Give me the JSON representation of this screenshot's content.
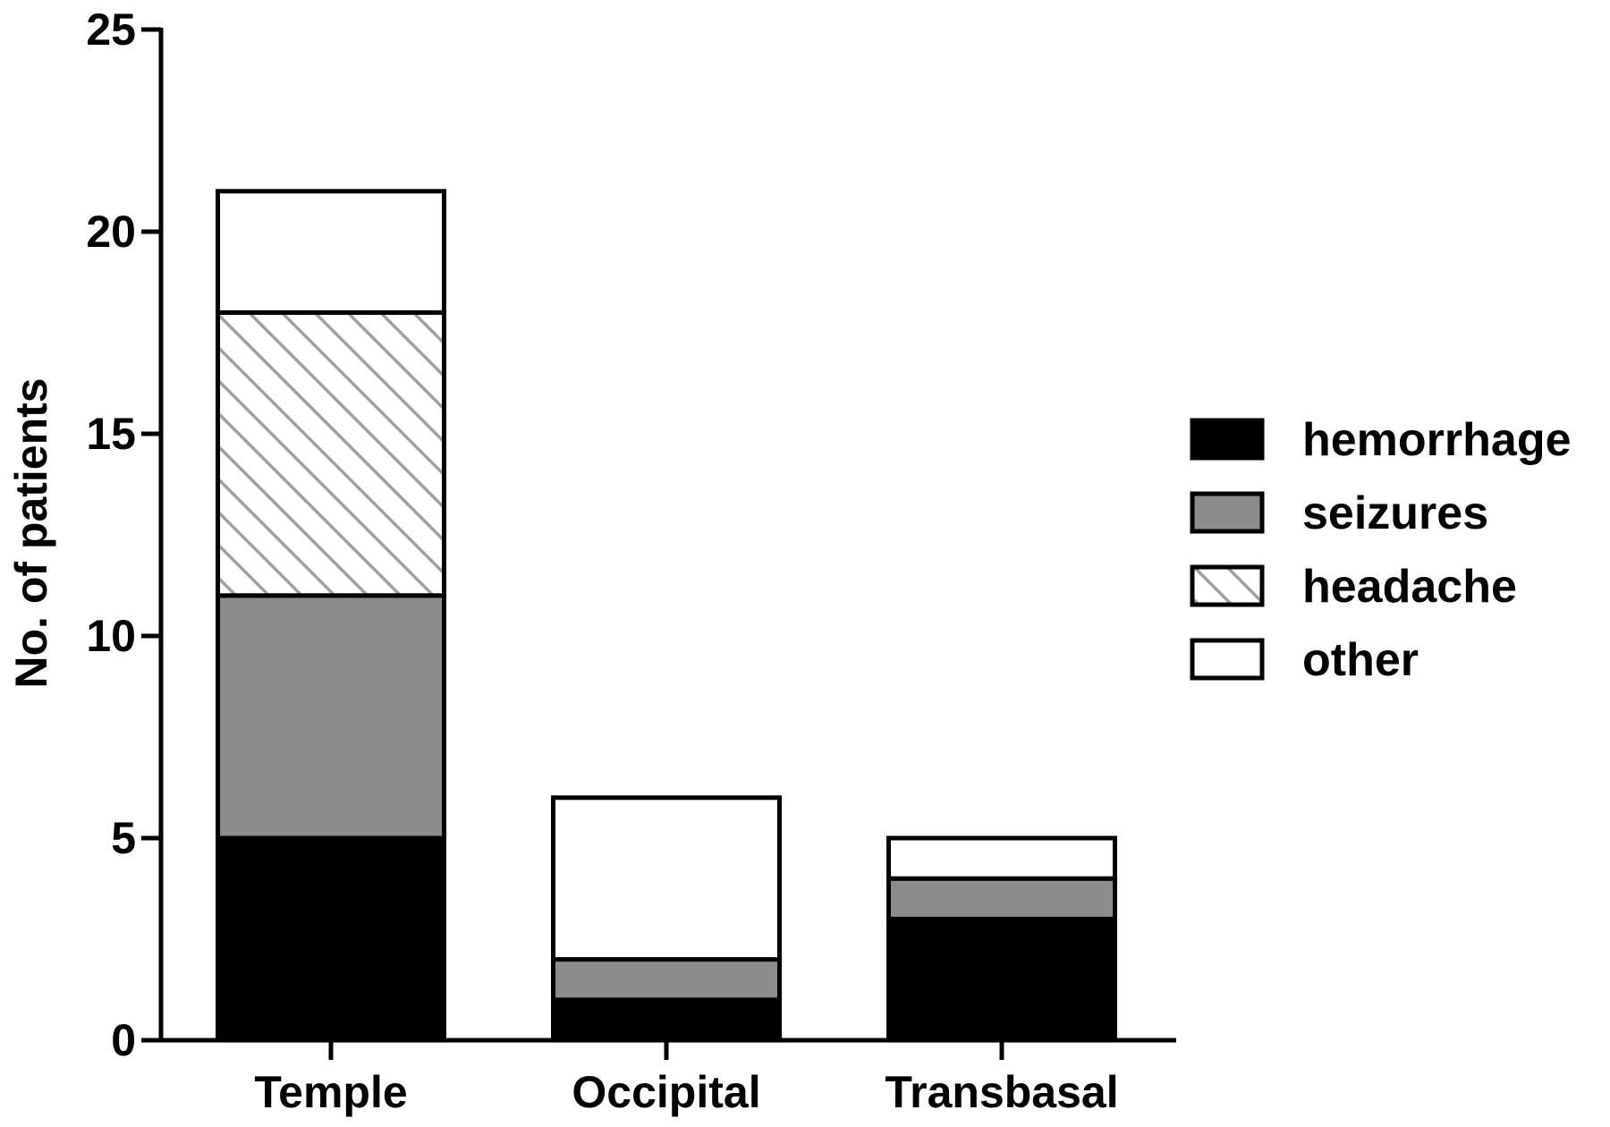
{
  "chart_data": {
    "type": "bar",
    "stacked": true,
    "title": "",
    "xlabel": "",
    "ylabel": "No. of patients",
    "ylim": [
      0,
      25
    ],
    "yticks": [
      0,
      5,
      10,
      15,
      20,
      25
    ],
    "grid": false,
    "legend_position": "right",
    "categories": [
      "Temple",
      "Occipital",
      "Transbasal"
    ],
    "series": [
      {
        "name": "hemorrhage",
        "values": [
          5,
          1,
          3
        ],
        "color": "#000000",
        "pattern": "solid"
      },
      {
        "name": "seizures",
        "values": [
          6,
          1,
          1
        ],
        "color": "#8c8c8c",
        "pattern": "solid"
      },
      {
        "name": "headache",
        "values": [
          7,
          0,
          0
        ],
        "color": "#a0a0a0",
        "pattern": "hatch"
      },
      {
        "name": "other",
        "values": [
          3,
          4,
          1
        ],
        "color": "#ffffff",
        "pattern": "solid"
      }
    ]
  }
}
